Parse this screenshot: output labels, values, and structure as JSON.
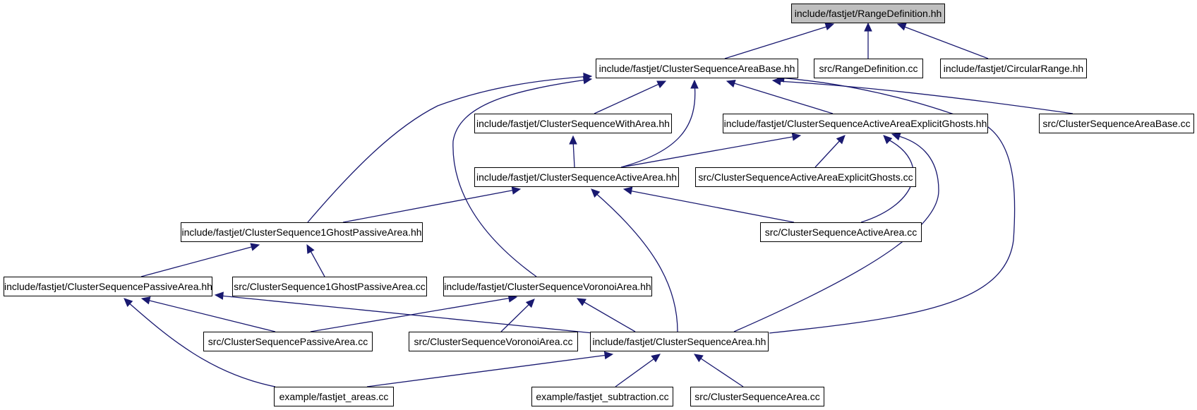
{
  "graph": {
    "colors": {
      "edge": "#191970",
      "node_border": "#000000",
      "root_fill": "#bfbfbf",
      "node_fill": "#ffffff",
      "background": "#ffffff"
    },
    "nodes": {
      "range_definition_hh": "include/fastjet/RangeDefinition.hh",
      "cluster_sequence_area_base_hh": "include/fastjet/ClusterSequenceAreaBase.hh",
      "range_definition_cc": "src/RangeDefinition.cc",
      "circular_range_hh": "include/fastjet/CircularRange.hh",
      "cluster_sequence_with_area_hh": "include/fastjet/ClusterSequenceWithArea.hh",
      "cluster_sequence_active_area_explicit_ghosts_hh": "include/fastjet/ClusterSequenceActiveAreaExplicitGhosts.hh",
      "cluster_sequence_area_base_cc": "src/ClusterSequenceAreaBase.cc",
      "cluster_sequence_active_area_hh": "include/fastjet/ClusterSequenceActiveArea.hh",
      "cluster_sequence_active_area_explicit_ghosts_cc": "src/ClusterSequenceActiveAreaExplicitGhosts.cc",
      "cluster_sequence_1ghost_passive_area_hh": "include/fastjet/ClusterSequence1GhostPassiveArea.hh",
      "cluster_sequence_active_area_cc": "src/ClusterSequenceActiveArea.cc",
      "cluster_sequence_passive_area_hh": "include/fastjet/ClusterSequencePassiveArea.hh",
      "cluster_sequence_1ghost_passive_area_cc": "src/ClusterSequence1GhostPassiveArea.cc",
      "cluster_sequence_voronoi_area_hh": "include/fastjet/ClusterSequenceVoronoiArea.hh",
      "cluster_sequence_passive_area_cc": "src/ClusterSequencePassiveArea.cc",
      "cluster_sequence_voronoi_area_cc": "src/ClusterSequenceVoronoiArea.cc",
      "cluster_sequence_area_hh": "include/fastjet/ClusterSequenceArea.hh",
      "fastjet_areas_cc": "example/fastjet_areas.cc",
      "fastjet_subtraction_cc": "example/fastjet_subtraction.cc",
      "cluster_sequence_area_cc": "src/ClusterSequenceArea.cc"
    }
  }
}
